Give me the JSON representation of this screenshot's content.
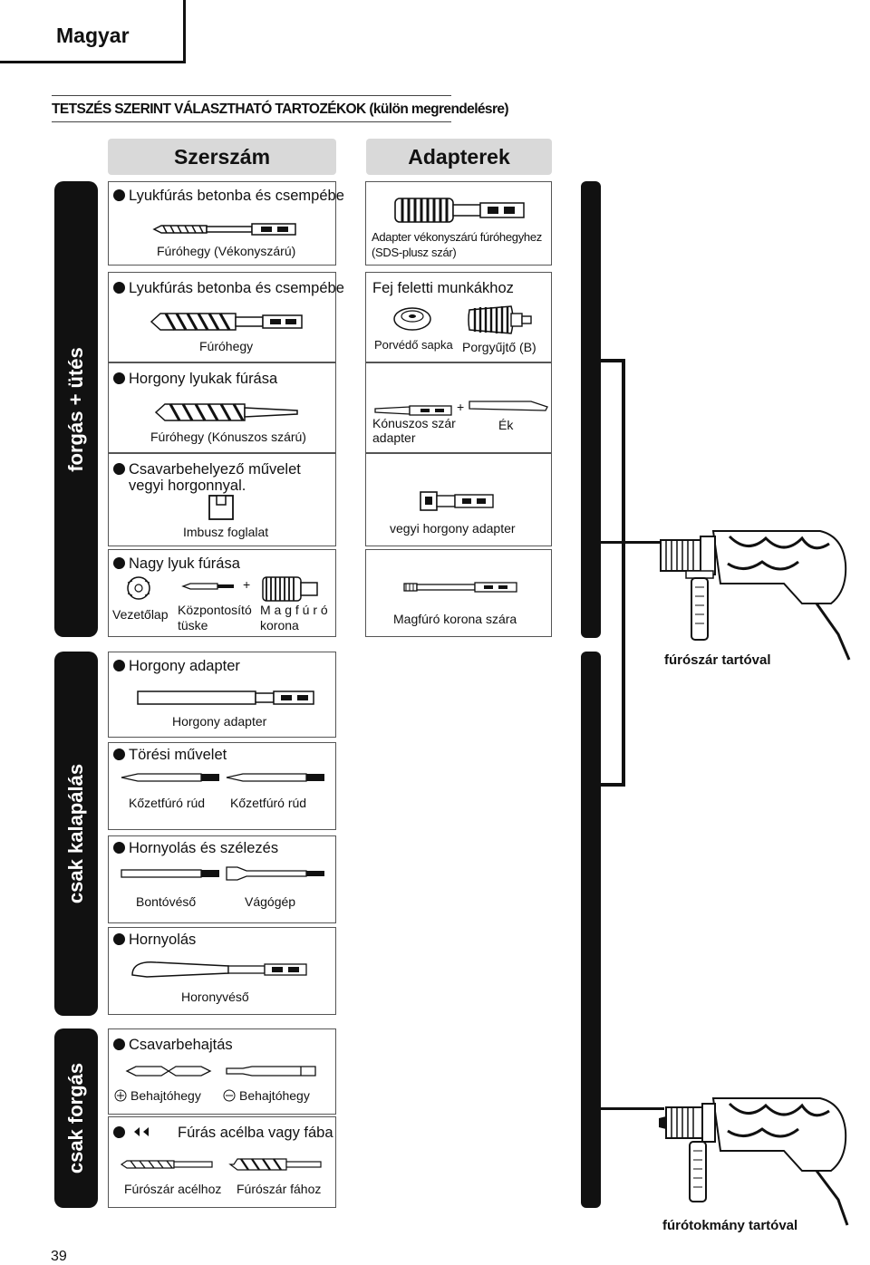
{
  "language_tab": "Magyar",
  "page_number": "39",
  "section_title": "TETSZÉS SZERINT VÁLASZTHATÓ TARTOZÉKOK (külön megrendelésre)",
  "columns": {
    "tools": "Szerszám",
    "adapters": "Adapterek"
  },
  "sidebars": {
    "rotation_hammer": "forgás + ütés",
    "hammer_only": "csak kalapálás",
    "rotation_only": "csak forgás"
  },
  "tools": {
    "b1": {
      "title": "Lyukfúrás betonba és csempébe",
      "item": "Fúróhegy (Vékonyszárú)"
    },
    "b2": {
      "title": "Lyukfúrás betonba és csempébe",
      "item": "Fúróhegy"
    },
    "b3": {
      "title": "Horgony lyukak fúrása",
      "item": "Fúróhegy (Kónuszos szárú)"
    },
    "b4": {
      "title_line1": "Csavarbehelyező művelet",
      "title_line2": "vegyi horgonnyal.",
      "item": "Imbusz foglalat"
    },
    "b5": {
      "title": "Nagy lyuk fúrása",
      "item1": "Vezetőlap",
      "item2_line1": "Központosító",
      "item2_line2": "tüske",
      "item3_line1": "M a g f ú r ó",
      "item3_line2": "korona",
      "plus": "+"
    },
    "b6": {
      "title": "Horgony adapter",
      "item": "Horgony adapter"
    },
    "b7": {
      "title": "Törési művelet",
      "item1": "Kőzetfúró rúd",
      "item2": "Kőzetfúró rúd"
    },
    "b8": {
      "title": "Hornyolás és szélezés",
      "item1": "Bontóvéső",
      "item2": "Vágógép"
    },
    "b9": {
      "title": "Hornyolás",
      "item": "Horonyvéső"
    },
    "b10": {
      "title": "Csavarbehajtás",
      "item1": "Behajtóhegy",
      "item2": "Behajtóhegy"
    },
    "b11": {
      "title": "Fúrás acélba vagy fába",
      "item1": "Fúrószár acélhoz",
      "item2": "Fúrószár fához"
    }
  },
  "adapters": {
    "a1": {
      "line1": "Adapter vékonyszárú fúróhegyhez",
      "line2": "(SDS-plusz szár)"
    },
    "a2": {
      "title": "Fej feletti munkákhoz",
      "item1": "Porvédő sapka",
      "item2": "Porgyűjtő (B)"
    },
    "a3": {
      "item1_line1": "Kónuszos szár",
      "item1_line2": "adapter",
      "item2": "Ék",
      "plus": "+"
    },
    "a4": {
      "item": "vegyi horgony adapter"
    },
    "a5": {
      "item": "Magfúró korona szára"
    }
  },
  "drill_labels": {
    "top": "fúrószár tartóval",
    "bottom": "fúrótokmány tartóval"
  }
}
